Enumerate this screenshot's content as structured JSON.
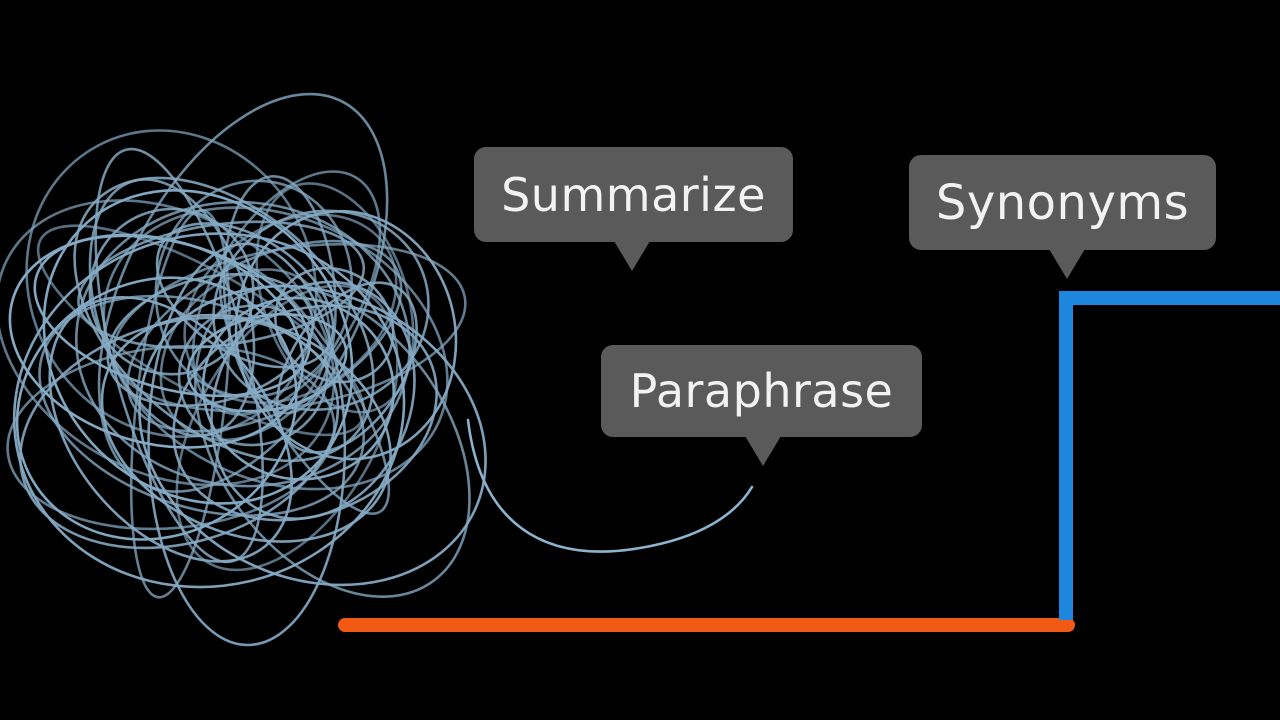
{
  "labels": {
    "summarize": "Summarize",
    "paraphrase": "Paraphrase",
    "synonyms": "Synonyms"
  },
  "colors": {
    "background": "#000000",
    "scribble": "#8db4cf",
    "bubble": "#5a5a5a",
    "bubble_text": "#f2f2f2",
    "orange_line": "#f05a14",
    "blue_line": "#1f86dd"
  },
  "icons": {
    "tangle": "tangled-scribble",
    "path": "step-path"
  }
}
